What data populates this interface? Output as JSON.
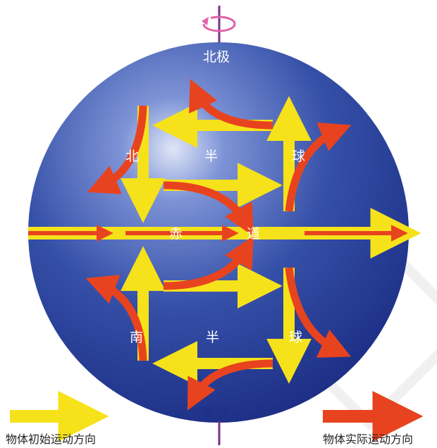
{
  "labels": {
    "north_pole": "北极",
    "south_pole": "南极",
    "north_1": "北",
    "north_2": "半",
    "north_3": "球",
    "equator_1": "赤",
    "equator_2": "道",
    "south_1": "南",
    "south_2": "半",
    "south_3": "球"
  },
  "legend": {
    "initial": "物体初始运动方向",
    "actual": "物体实际运动方向"
  },
  "colors": {
    "globe_light": "#7d93d6",
    "globe_dark": "#1d2f86",
    "initial_arrow": "#f6e21a",
    "actual_arrow": "#e8431f",
    "axis": "#7a2f8a",
    "rotation": "#e35fa7"
  },
  "icons": {
    "rotation": "rotation-arrow-icon",
    "axis": "earth-axis"
  }
}
